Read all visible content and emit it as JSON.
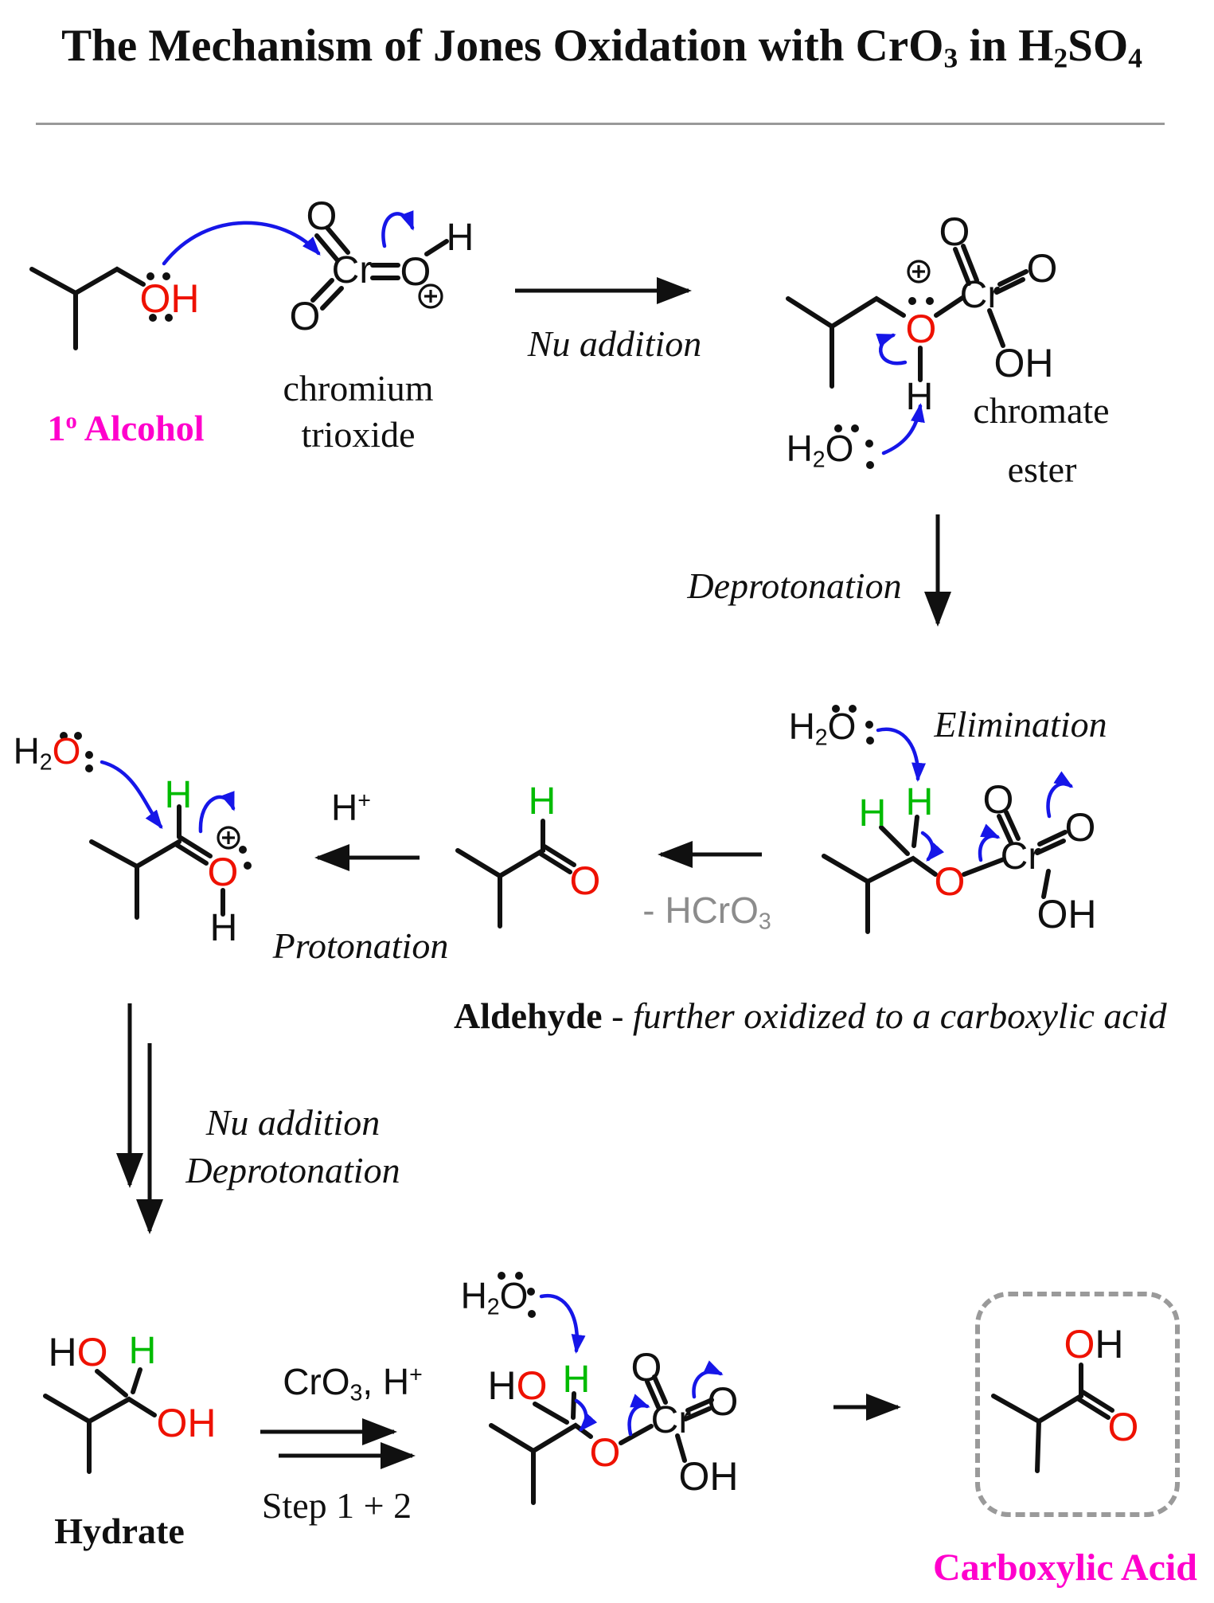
{
  "title": {
    "p0": "The Mechanism of Jones Oxidation with CrO",
    "p1": "3",
    "p2": " in H",
    "p3": "2",
    "p4": "SO",
    "p5": "4"
  },
  "atoms": {
    "O": "O",
    "H": "H",
    "OH": "OH",
    "Cr": "Cr"
  },
  "formulas": {
    "h2o": {
      "h": "H",
      "sub": "2",
      "o": "O"
    },
    "hcro3": {
      "base": "- HCrO",
      "sub": "3"
    },
    "hplus": {
      "base": "H",
      "sup": "+"
    },
    "cro3": {
      "p0": "CrO",
      "p1": "3",
      "p2": ", H",
      "p3": "+"
    }
  },
  "labels": {
    "alcohol": {
      "num": "1",
      "sup": "o",
      "rest": " Alcohol"
    },
    "chromium": "chromium",
    "trioxide": "trioxide",
    "nu_addition": "Nu addition",
    "chromate": "chromate",
    "ester": "ester",
    "deprotonation": "Deprotonation",
    "elimination": "Elimination",
    "protonation": "Protonation",
    "aldehyde": "Aldehyde",
    "aldehyde_note": " - further oxidized to a carboxylic acid",
    "nu_addition2": "Nu addition",
    "deprotonation2": "Deprotonation",
    "hydrate": "Hydrate",
    "step12": "Step 1 + 2",
    "carboxylic_acid": "Carboxylic Acid"
  },
  "colors": {
    "red": "#ee1100",
    "green": "#00bb00",
    "blue": "#1616e8",
    "magenta": "#ff00cc",
    "gray": "#8c8c8c",
    "ink": "#101010"
  }
}
